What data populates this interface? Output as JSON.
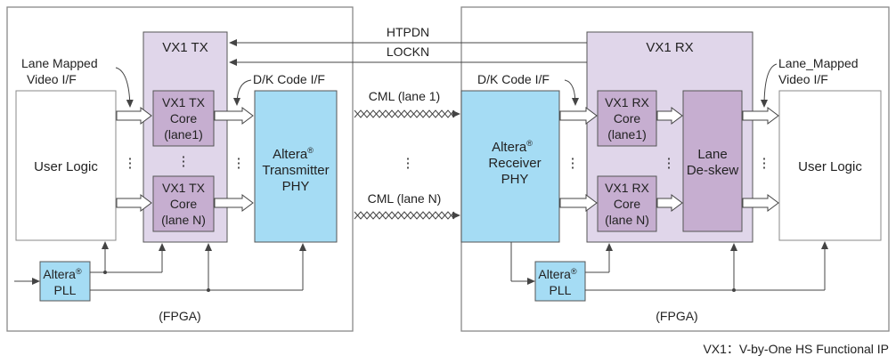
{
  "colors": {
    "fpga_border": "#888888",
    "vx1_block": "#e0d6ea",
    "vx1_core": "#c6aed0",
    "phy": "#a5dcf4",
    "pll": "#a5dcf4",
    "user_logic": "#ffffff",
    "line": "#444444"
  },
  "left_fpga": {
    "label": "(FPGA)",
    "user_logic": "User Logic",
    "lane_mapped_line1": "Lane Mapped",
    "lane_mapped_line2": "Video I/F",
    "vx1_tx_title": "VX1 TX",
    "dk_code": "D/K Code I/F",
    "core1": [
      "VX1 TX",
      "Core",
      "(lane1)"
    ],
    "coreN": [
      "VX1 TX",
      "Core",
      "(lane N)"
    ],
    "phy": [
      "Altera",
      "Transmitter",
      "PHY"
    ],
    "pll": [
      "Altera",
      "PLL"
    ],
    "reg": "®",
    "dots": "⋮"
  },
  "right_fpga": {
    "label": "(FPGA)",
    "user_logic": "User Logic",
    "lane_mapped_line1": "Lane_Mapped",
    "lane_mapped_line2": "Video I/F",
    "vx1_rx_title": "VX1 RX",
    "dk_code": "D/K Code I/F",
    "core1": [
      "VX1 RX",
      "Core",
      "(lane1)"
    ],
    "coreN": [
      "VX1 RX",
      "Core",
      "(lane N)"
    ],
    "deskew": [
      "Lane",
      "De-skew"
    ],
    "phy": [
      "Altera",
      "Receiver",
      "PHY"
    ],
    "pll": [
      "Altera",
      "PLL"
    ],
    "reg": "®",
    "dots": "⋮"
  },
  "links": {
    "htpdn": "HTPDN",
    "lockn": "LOCKN",
    "cml1": "CML (lane 1)",
    "cmlN": "CML (lane N)",
    "dots": "⋮"
  },
  "footnote": "VX1：V-by-One HS Functional IP"
}
